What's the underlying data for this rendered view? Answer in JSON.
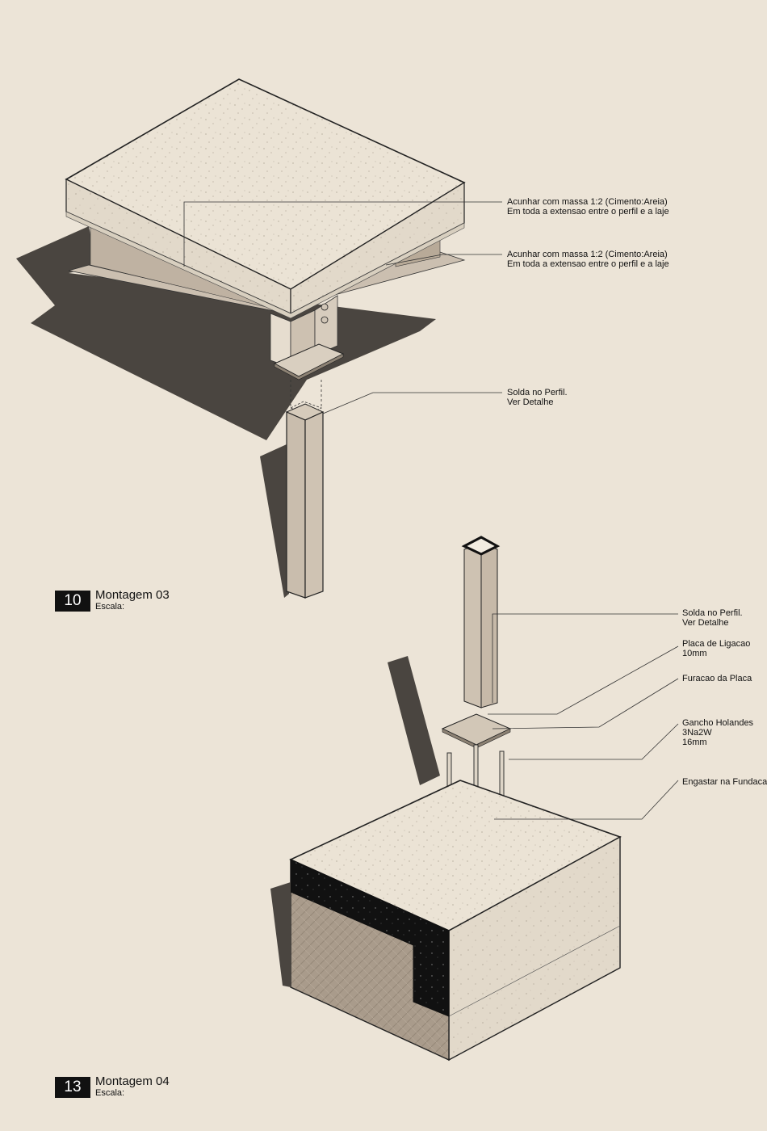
{
  "drawings": [
    {
      "number": "10",
      "title": "Montagem 03",
      "scale_label": "Escala:",
      "annotations": [
        {
          "lines": [
            "Acunhar com massa 1:2 (Cimento:Areia)",
            "Em toda a extensao entre o perfil e a laje"
          ]
        },
        {
          "lines": [
            "Acunhar com massa 1:2 (Cimento:Areia)",
            "Em toda a extensao entre o perfil e a laje"
          ]
        },
        {
          "lines": [
            "Solda no Perfil.",
            "Ver Detalhe"
          ]
        }
      ]
    },
    {
      "number": "13",
      "title": "Montagem 04",
      "scale_label": "Escala:",
      "annotations": [
        {
          "lines": [
            "Solda no Perfil.",
            "Ver Detalhe"
          ]
        },
        {
          "lines": [
            "Placa de Ligacao",
            "10mm"
          ]
        },
        {
          "lines": [
            "Furacao da Placa"
          ]
        },
        {
          "lines": [
            "Gancho Holandes",
            "3Na2W",
            "16mm"
          ]
        },
        {
          "lines": [
            "Engastar na Fundacao"
          ]
        }
      ]
    }
  ],
  "colors": {
    "background": "#ece4d7",
    "concrete": "#ebe3d5",
    "concrete_side": "#e4dbcc",
    "steel": "#cbbfb0",
    "steel_dark": "#b8aa98",
    "shadow": "#4a4540",
    "soil": "#a69888",
    "black_band": "#111111"
  }
}
